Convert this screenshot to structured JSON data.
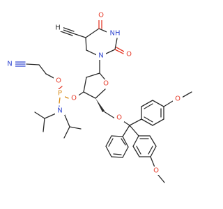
{
  "atom_labels": {
    "O": "O",
    "N": "N",
    "P": "P",
    "NH": "NH",
    "H": "H",
    "N_nitrile": "N"
  },
  "colors": {
    "oxygen": "#e53b2a",
    "nitrogen": "#3046d0",
    "phosphorus": "#d88a17",
    "carbon": "#2a2a2a"
  }
}
